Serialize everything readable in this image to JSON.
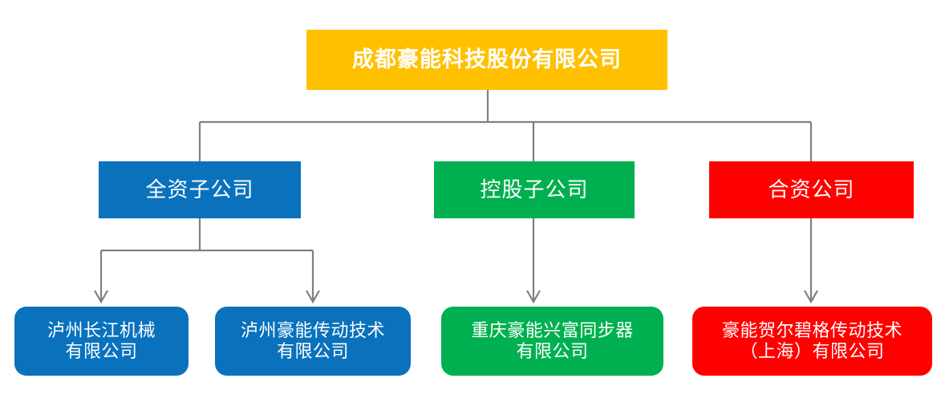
{
  "diagram": {
    "title_text": "成都豪能科技股份有限公司",
    "root": {
      "label": "成都豪能科技股份有限公司",
      "color": "#FFC000"
    },
    "categories": [
      {
        "label": "全资子公司",
        "color": "#0A72BD"
      },
      {
        "label": "控股子公司",
        "color": "#00B050"
      },
      {
        "label": "合资公司",
        "color": "#FF0000"
      }
    ],
    "leaves": [
      {
        "label": "泸州长江机械\n有限公司",
        "color": "#0A72BD"
      },
      {
        "label": "泸州豪能传动技术\n有限公司",
        "color": "#0A72BD"
      },
      {
        "label": "重庆豪能兴富同步器\n有限公司",
        "color": "#00B050"
      },
      {
        "label": "豪能贺尔碧格传动技术\n（上海）有限公司",
        "color": "#FF0000"
      }
    ],
    "connector_color": "#808080"
  }
}
